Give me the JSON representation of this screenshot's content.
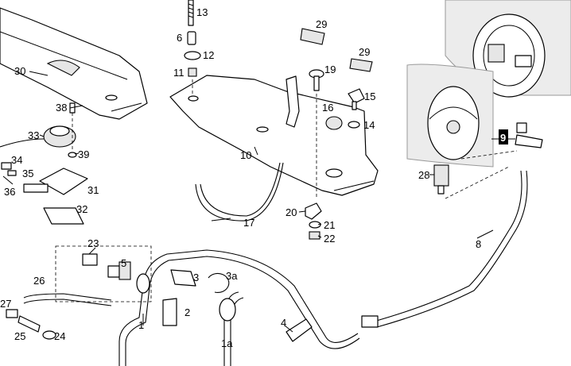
{
  "diagram": {
    "highlight_color": "#000000",
    "labels": {
      "l30": "30",
      "l13": "13",
      "l6": "6",
      "l12": "12",
      "l11": "11",
      "l29a": "29",
      "l29b": "29",
      "l19": "19",
      "l15": "15",
      "l16": "16",
      "l14": "14",
      "l38": "38",
      "l33": "33",
      "l39": "39",
      "l34": "34",
      "l35": "35",
      "l36": "36",
      "l31": "31",
      "l32": "32",
      "l10": "10",
      "l17": "17",
      "l20": "20",
      "l21": "21",
      "l22": "22",
      "l9": "9",
      "l28": "28",
      "l8": "8",
      "l23": "23",
      "l5": "5",
      "l26": "26",
      "l3": "3",
      "l3a": "3a",
      "l2": "2",
      "l1": "1",
      "l1a": "1a",
      "l4": "4",
      "l27": "27",
      "l25": "25",
      "l24": "24"
    }
  }
}
